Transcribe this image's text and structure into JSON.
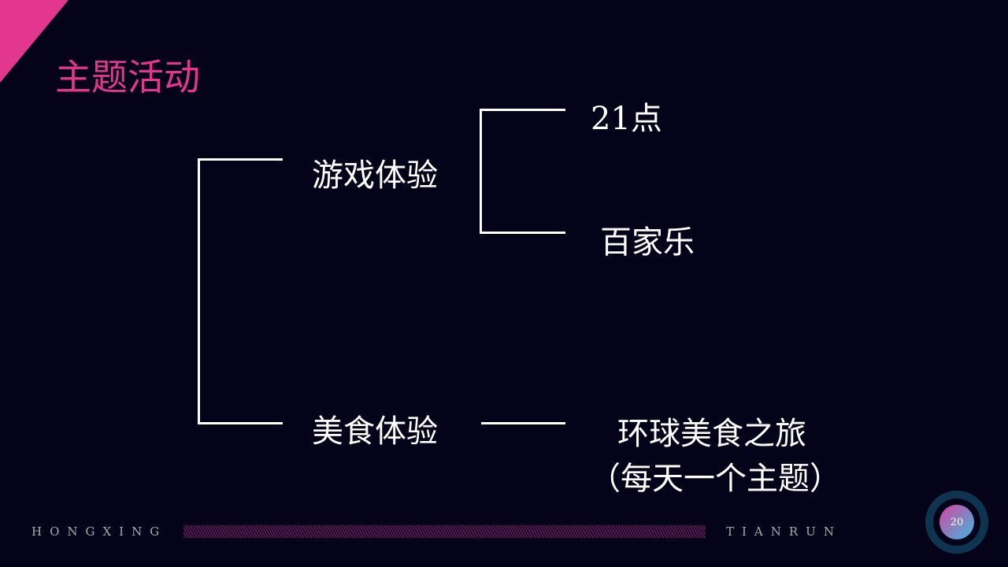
{
  "title": "主题活动",
  "tree": {
    "root_a": "游戏体验",
    "root_b": "美食体验",
    "a1": "21点",
    "a2": "百家乐",
    "b1_line1": "环球美食之旅",
    "b1_line2": "（每天一个主题）"
  },
  "footer": {
    "left": "HONGXING",
    "right": "TIANRUN",
    "page": "20"
  },
  "colors": {
    "accent": "#e2368f",
    "background": "#04031a"
  }
}
